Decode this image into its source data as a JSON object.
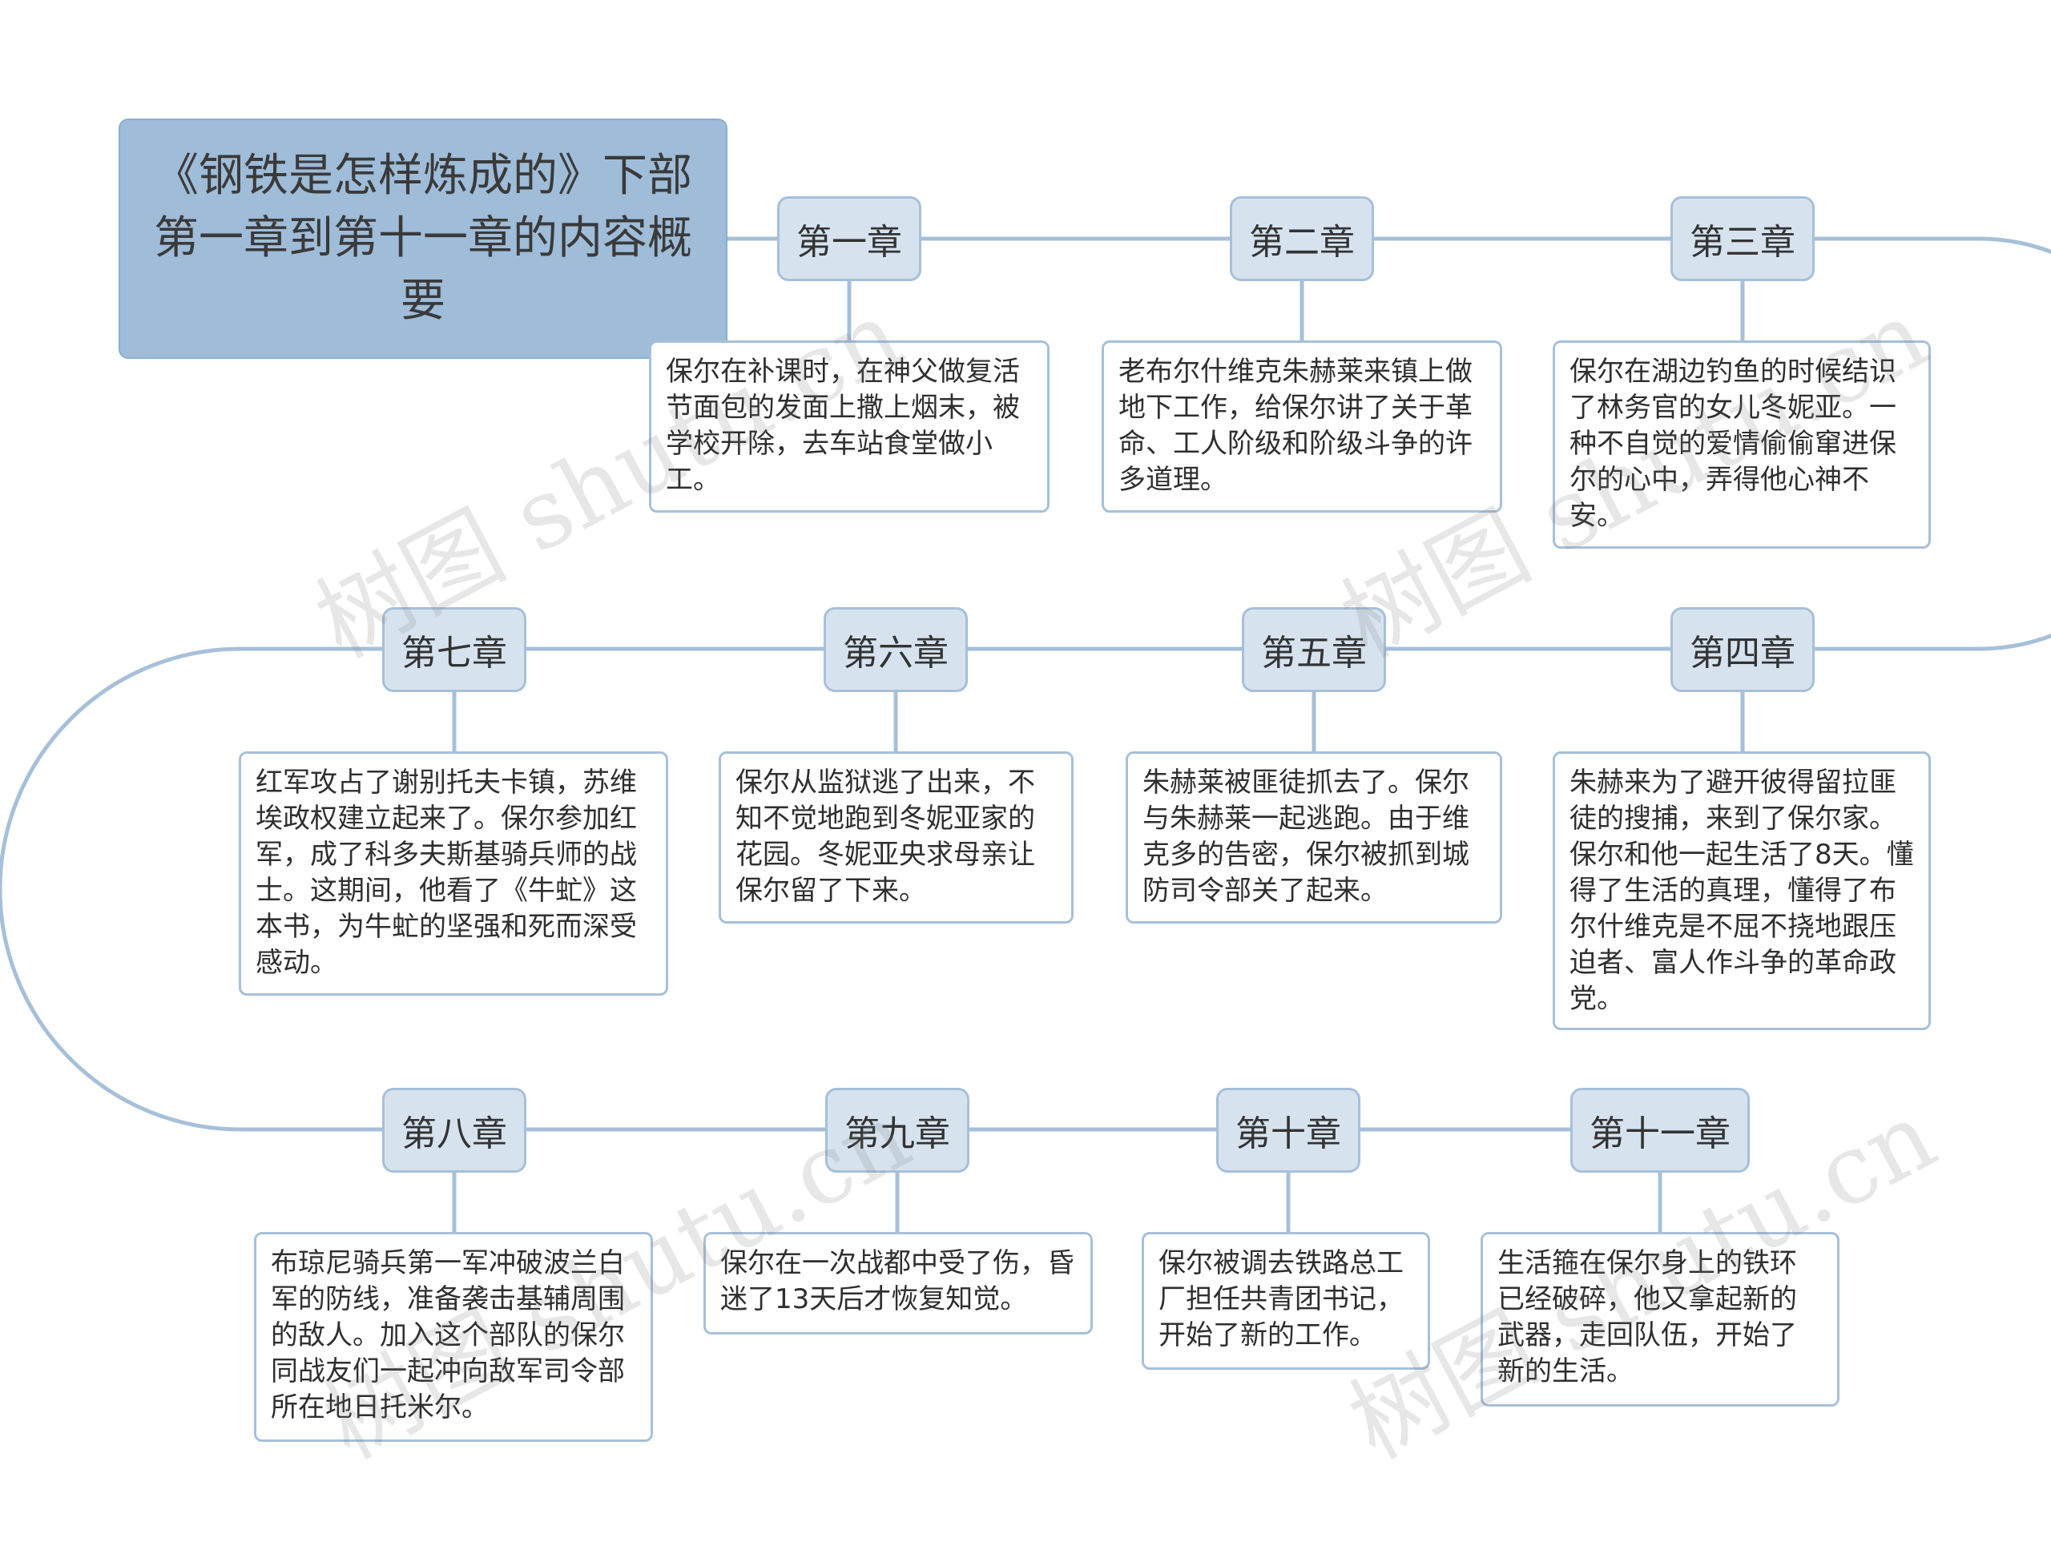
{
  "title": "《钢铁是怎样炼成的》下部第一章到第十一章的内容概要",
  "chapters": [
    {
      "label": "第一章",
      "note": "保尔在补课时，在神父做复活节面包的发面上撒上烟末，被学校开除，去车站食堂做小工。"
    },
    {
      "label": "第二章",
      "note": "老布尔什维克朱赫莱来镇上做地下工作，给保尔讲了关于革命、工人阶级和阶级斗争的许多道理。"
    },
    {
      "label": "第三章",
      "note": "保尔在湖边钓鱼的时候结识了林务官的女儿冬妮亚。一种不自觉的爱情偷偷窜进保尔的心中，弄得他心神不安。"
    },
    {
      "label": "第四章",
      "note": "朱赫来为了避开彼得留拉匪徒的搜捕，来到了保尔家。保尔和他一起生活了8天。懂得了生活的真理，懂得了布尔什维克是不屈不挠地跟压迫者、富人作斗争的革命政党。"
    },
    {
      "label": "第五章",
      "note": "朱赫莱被匪徒抓去了。保尔与朱赫莱一起逃跑。由于维克多的告密，保尔被抓到城防司令部关了起来。"
    },
    {
      "label": "第六章",
      "note": "保尔从监狱逃了出来，不知不觉地跑到冬妮亚家的花园。冬妮亚央求母亲让保尔留了下来。"
    },
    {
      "label": "第七章",
      "note": "红军攻占了谢别托夫卡镇，苏维埃政权建立起来了。保尔参加红军，成了科多夫斯基骑兵师的战士。这期间，他看了《牛虻》这本书，为牛虻的坚强和死而深受感动。"
    },
    {
      "label": "第八章",
      "note": "布琼尼骑兵第一军冲破波兰白军的防线，准备袭击基辅周围的敌人。加入这个部队的保尔同战友们一起冲向敌军司令部所在地日托米尔。"
    },
    {
      "label": "第九章",
      "note": "保尔在一次战都中受了伤，昏迷了13天后才恢复知觉。"
    },
    {
      "label": "第十章",
      "note": "保尔被调去铁路总工厂担任共青团书记，开始了新的工作。"
    },
    {
      "label": "第十一章",
      "note": "生活箍在保尔身上的铁环已经破碎，他又拿起新的武器，走回队伍，开始了新的生活。"
    }
  ],
  "watermark": "树图 shutu.cn",
  "colors": {
    "line": "#a7c0d9",
    "title_bg": "#9fbcd8",
    "chapter_bg": "#d6e3ef"
  }
}
